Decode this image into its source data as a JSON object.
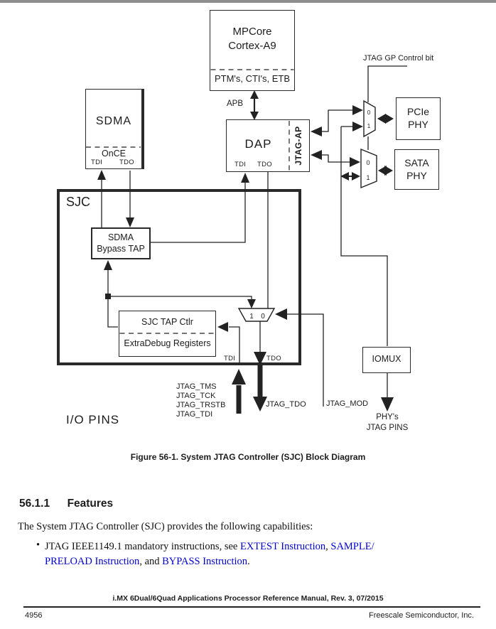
{
  "diagram": {
    "mpcore": {
      "line1": "MPCore",
      "line2": "Cortex-A9",
      "sub": "PTM's, CTI's, ETB"
    },
    "sdma": {
      "title": "SDMA",
      "sub": "OnCE",
      "tdi": "TDI",
      "tdo": "TDO"
    },
    "dap": {
      "title": "DAP",
      "strip": "JTAG-AP",
      "tdi": "TDI",
      "tdo": "TDO"
    },
    "sjc": {
      "title": "SJC",
      "tdi": "TDI",
      "tdo": "TDO"
    },
    "bypass": {
      "line1": "SDMA",
      "line2": "Bypass TAP"
    },
    "sjctap": {
      "line1": "SJC TAP Ctlr",
      "line2": "ExtraDebug Registers"
    },
    "pcie": {
      "line1": "PCIe",
      "line2": "PHY"
    },
    "sata": {
      "line1": "SATA",
      "line2": "PHY"
    },
    "iomux": {
      "title": "IOMUX"
    },
    "labels": {
      "jtag_gp": "JTAG GP Control bit",
      "apb": "APB",
      "io_pins": "I/O PINS",
      "jtag_tms": "JTAG_TMS",
      "jtag_tck": "JTAG_TCK",
      "jtag_trstb": "JTAG_TRSTB",
      "jtag_tdi": "JTAG_TDI",
      "jtag_tdo": "JTAG_TDO",
      "jtag_mod": "JTAG_MOD",
      "phys_line1": "PHY's",
      "phys_line2": "JTAG PINS"
    },
    "mux": {
      "zero": "0",
      "one": "1"
    }
  },
  "caption": "Figure 56-1. System JTAG Controller (SJC) Block Diagram",
  "section": {
    "number": "56.1.1",
    "title": "Features",
    "intro": "The System JTAG Controller (SJC) provides the following capabilities:",
    "bullet_char": "•",
    "bullet": {
      "p0": "JTAG IEEE1149.1 mandatory instructions, see ",
      "p1": "EXTEST Instruction",
      "p2": ", ",
      "p3": "SAMPLE/",
      "p4": "PRELOAD Instruction",
      "p5": ", and ",
      "p6": "BYPASS Instruction",
      "p7": "."
    }
  },
  "footer": {
    "manual": "i.MX 6Dual/6Quad Applications Processor Reference Manual, Rev. 3, 07/2015",
    "page": "4956",
    "company": "Freescale Semiconductor, Inc."
  },
  "colors": {
    "link": "#0000cc",
    "ink": "#1c1c1c"
  }
}
